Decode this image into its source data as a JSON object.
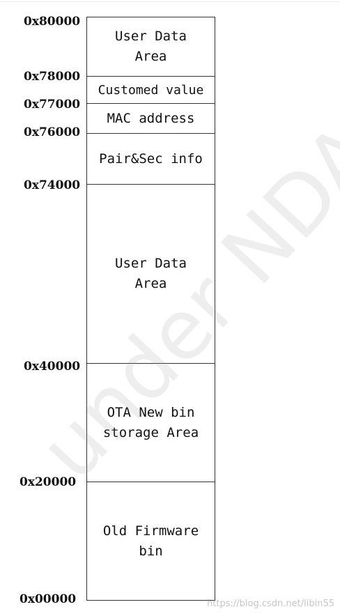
{
  "regions": [
    {
      "label": "User Data\nArea"
    },
    {
      "label": "Customed value"
    },
    {
      "label": "MAC address"
    },
    {
      "label": "Pair&Sec info"
    },
    {
      "label": "User Data\nArea"
    },
    {
      "label": "OTA New bin\nstorage Area"
    },
    {
      "label": "Old Firmware\nbin"
    }
  ],
  "addresses": [
    "0x80000",
    "0x78000",
    "0x77000",
    "0x76000",
    "0x74000",
    "0x40000",
    "0x20000",
    "0x00000"
  ],
  "watermark": "under NDA",
  "credit": "https://blog.csdn.net/libin55"
}
